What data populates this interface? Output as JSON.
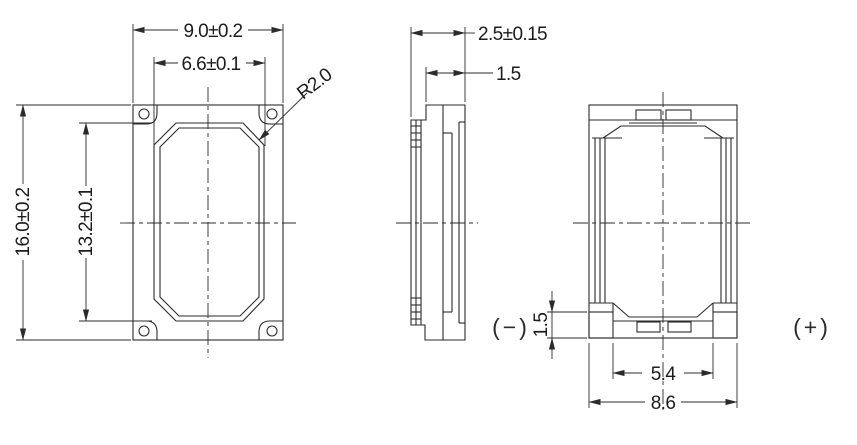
{
  "meta": {
    "background_color": "#ffffff",
    "line_color": "#2b2b2b",
    "text_color": "#1c1c1c",
    "drawing_type": "3-view mechanical drawing of rectangular micro speaker"
  },
  "front_view": {
    "dim_overall_width": "9.0±0.2",
    "dim_inner_width": "6.6±0.1",
    "dim_overall_height": "16.0±0.2",
    "dim_inner_height": "13.2±0.1",
    "dim_corner_radius": "R2.0"
  },
  "side_view": {
    "dim_overall_depth": "2.5±0.15",
    "dim_body_depth": "1.5"
  },
  "back_view": {
    "dim_terminal_band_height": "1.5",
    "dim_pad_span": "5.4",
    "dim_body_width": "8.6",
    "polarity_negative": "(−)",
    "polarity_positive": "(+)"
  }
}
